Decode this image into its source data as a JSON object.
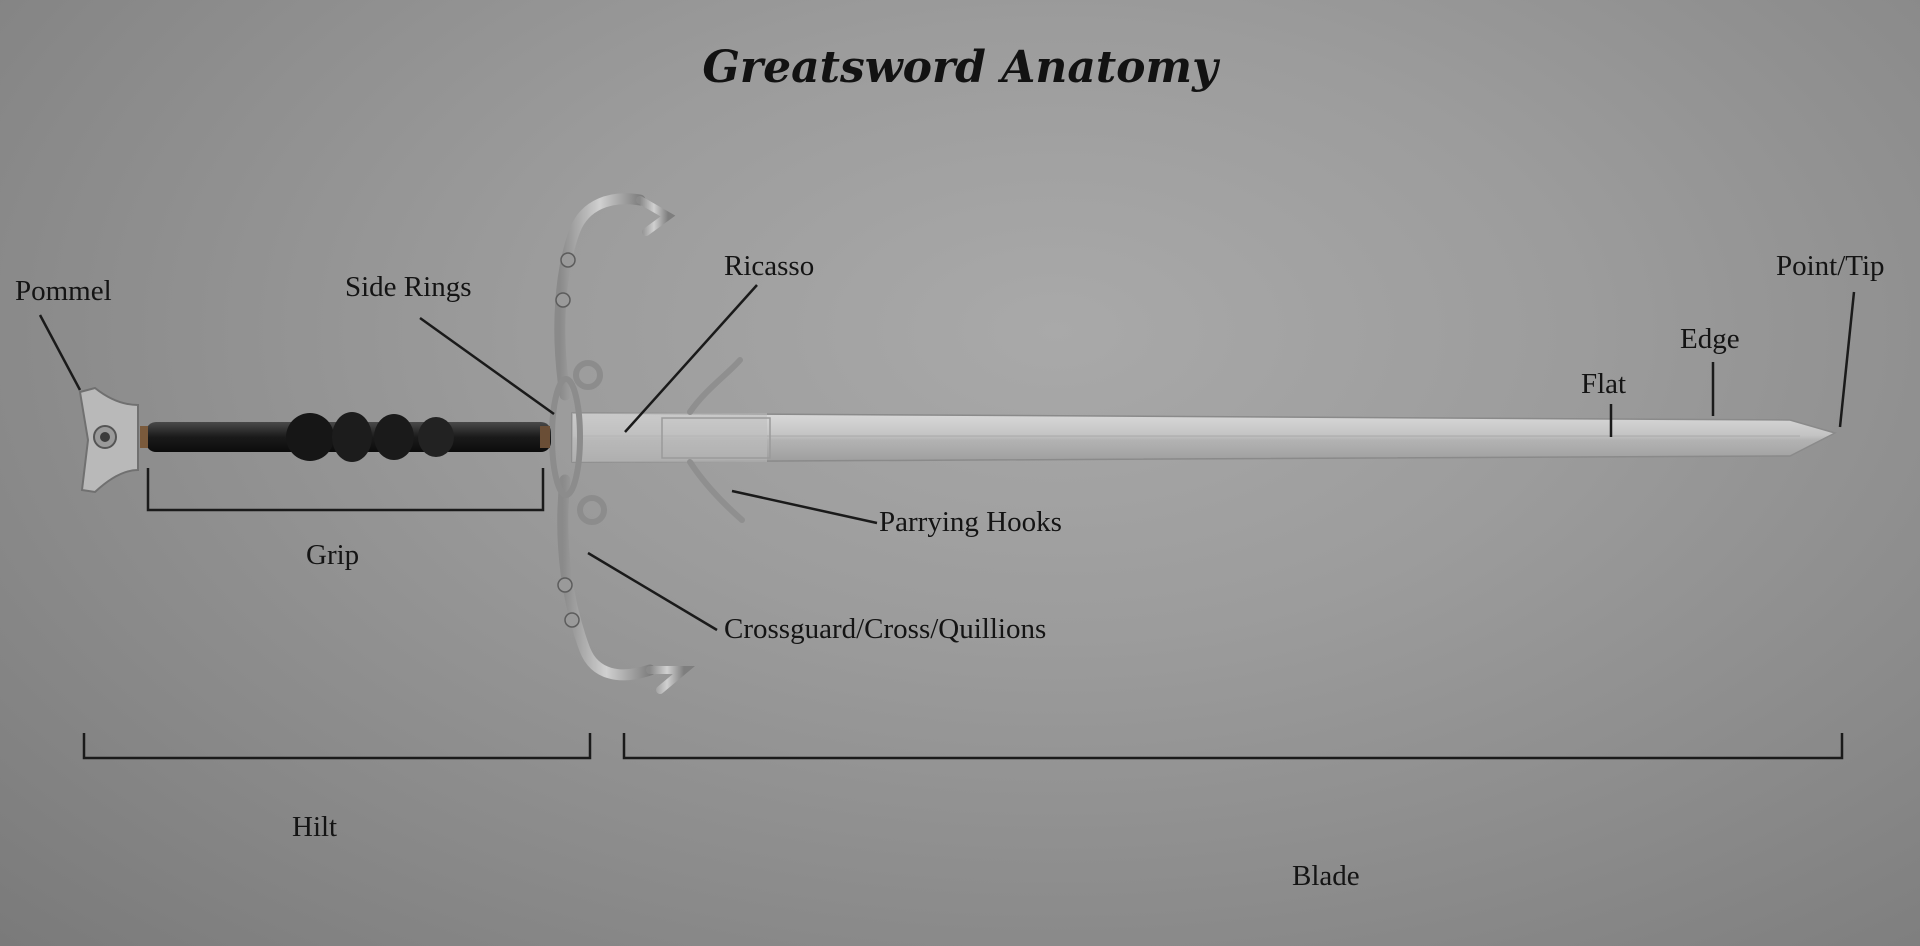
{
  "title": "Greatsword Anatomy",
  "labels": {
    "pommel": "Pommel",
    "side_rings": "Side Rings",
    "ricasso": "Ricasso",
    "point_tip": "Point/Tip",
    "edge": "Edge",
    "flat": "Flat",
    "grip": "Grip",
    "parrying_hooks": "Parrying Hooks",
    "crossguard": "Crossguard/Cross/Quillions",
    "hilt": "Hilt",
    "blade": "Blade"
  },
  "colors": {
    "background": "#9c9c9c",
    "text": "#141414",
    "leader_lines": "#1a1a1a",
    "blade_steel": "#c9c9c9",
    "grip_leather": "#1f1f1f"
  }
}
